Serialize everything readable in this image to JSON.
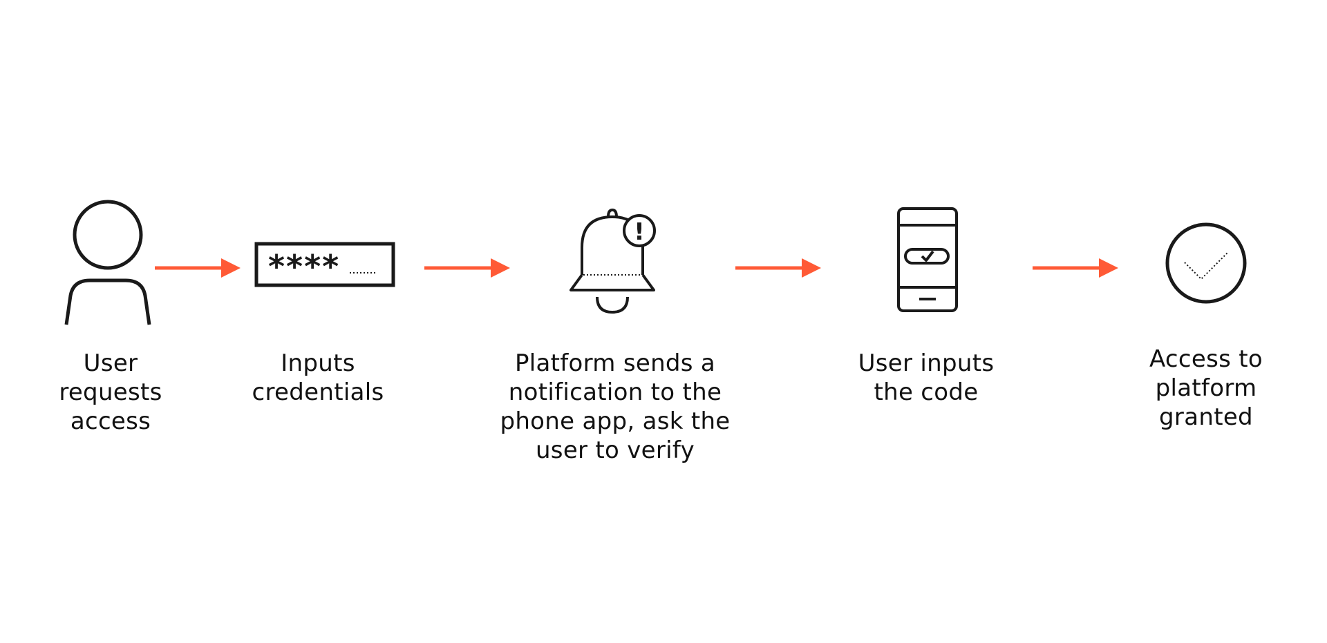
{
  "colors": {
    "arrow": "#ff5a36",
    "stroke": "#1a1a1a",
    "background": "#ffffff"
  },
  "steps": [
    {
      "icon": "user-icon",
      "label_lines": [
        "User",
        "requests",
        "access"
      ]
    },
    {
      "icon": "password-field-icon",
      "password_mask": "****",
      "label_lines": [
        "Inputs",
        "credentials"
      ]
    },
    {
      "icon": "bell-alert-icon",
      "alert_glyph": "!",
      "label_lines": [
        "Platform sends a",
        "notification to the",
        "phone app, ask the",
        "user to verify"
      ]
    },
    {
      "icon": "phone-code-icon",
      "label_lines": [
        "User inputs",
        "the code"
      ]
    },
    {
      "icon": "checkmark-circle-icon",
      "label_lines": [
        "Access to",
        "platform",
        "granted"
      ]
    }
  ],
  "arrows": [
    "arrow-right-icon",
    "arrow-right-icon",
    "arrow-right-icon",
    "arrow-right-icon"
  ]
}
